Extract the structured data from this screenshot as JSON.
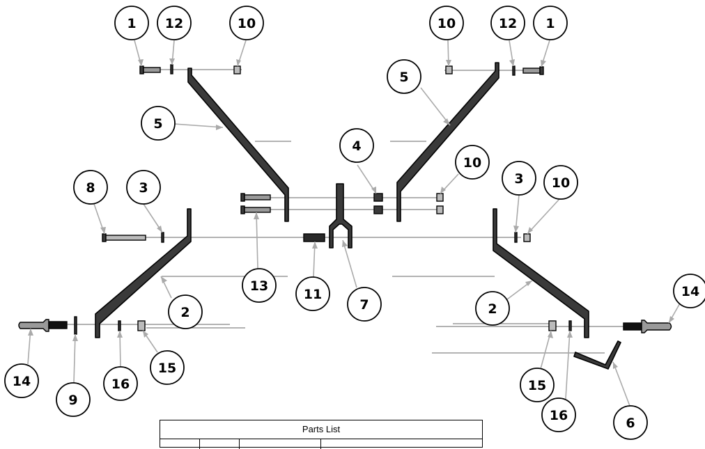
{
  "balloons": [
    {
      "id": "b-top-left-1",
      "label": "1"
    },
    {
      "id": "b-top-left-12",
      "label": "12"
    },
    {
      "id": "b-top-left-10",
      "label": "10"
    },
    {
      "id": "b-top-right-10",
      "label": "10"
    },
    {
      "id": "b-top-right-12",
      "label": "12"
    },
    {
      "id": "b-top-right-1",
      "label": "1"
    },
    {
      "id": "b-left-5",
      "label": "5"
    },
    {
      "id": "b-right-5",
      "label": "5"
    },
    {
      "id": "b-center-4",
      "label": "4"
    },
    {
      "id": "b-center-right-10",
      "label": "10"
    },
    {
      "id": "b-left-8",
      "label": "8"
    },
    {
      "id": "b-left-3",
      "label": "3"
    },
    {
      "id": "b-right-3",
      "label": "3"
    },
    {
      "id": "b-right-10",
      "label": "10"
    },
    {
      "id": "b-center-13",
      "label": "13"
    },
    {
      "id": "b-center-11",
      "label": "11"
    },
    {
      "id": "b-center-7",
      "label": "7"
    },
    {
      "id": "b-left-2",
      "label": "2"
    },
    {
      "id": "b-right-2",
      "label": "2"
    },
    {
      "id": "b-far-right-14",
      "label": "14"
    },
    {
      "id": "b-far-left-14",
      "label": "14"
    },
    {
      "id": "b-left-9",
      "label": "9"
    },
    {
      "id": "b-left-16",
      "label": "16"
    },
    {
      "id": "b-left-15",
      "label": "15"
    },
    {
      "id": "b-right-15",
      "label": "15"
    },
    {
      "id": "b-right-16",
      "label": "16"
    },
    {
      "id": "b-right-6",
      "label": "6"
    }
  ],
  "parts_list": {
    "title": "Parts List"
  },
  "colors": {
    "part_fill": "#3a3a3a",
    "part_stroke": "#000000",
    "leader": "#aaaaaa",
    "axis": "#999999",
    "bolt_fill": "#9a9a9a"
  }
}
